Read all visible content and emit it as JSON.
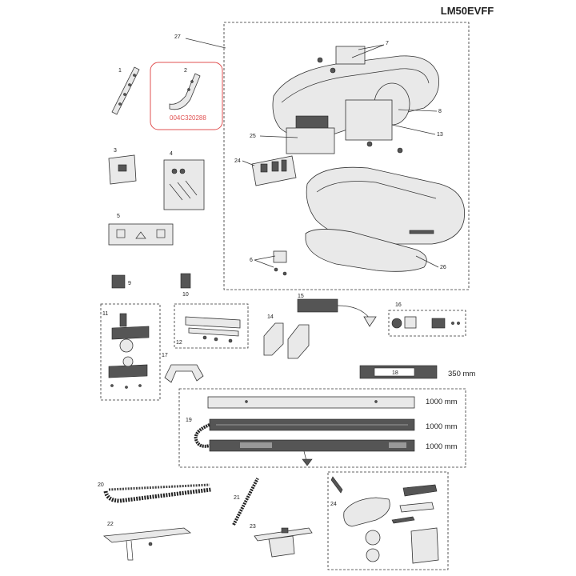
{
  "model": "LM50EVFF",
  "highlight_code": "004C320288",
  "colors": {
    "highlight": "#e05050",
    "line": "#333333"
  },
  "labels": {
    "p1": "1",
    "p2": "2",
    "p3": "3",
    "p4": "4",
    "p5": "5",
    "p6": "6",
    "p7": "7",
    "p8": "8",
    "p9": "9",
    "p10": "10",
    "p11": "11",
    "p12": "12",
    "p13": "13",
    "p14": "14",
    "p15": "15",
    "p16": "16",
    "p17": "17",
    "p18": "18",
    "p19": "19",
    "p20": "20",
    "p21": "21",
    "p22": "22",
    "p23": "23",
    "p24": "24",
    "p25": "25",
    "p26": "26",
    "p27": "27",
    "p24b": "24"
  },
  "dimensions": {
    "rail_short": "350 mm",
    "rail_1": "1000 mm",
    "rail_2": "1000 mm",
    "rail_3": "1000 mm"
  }
}
